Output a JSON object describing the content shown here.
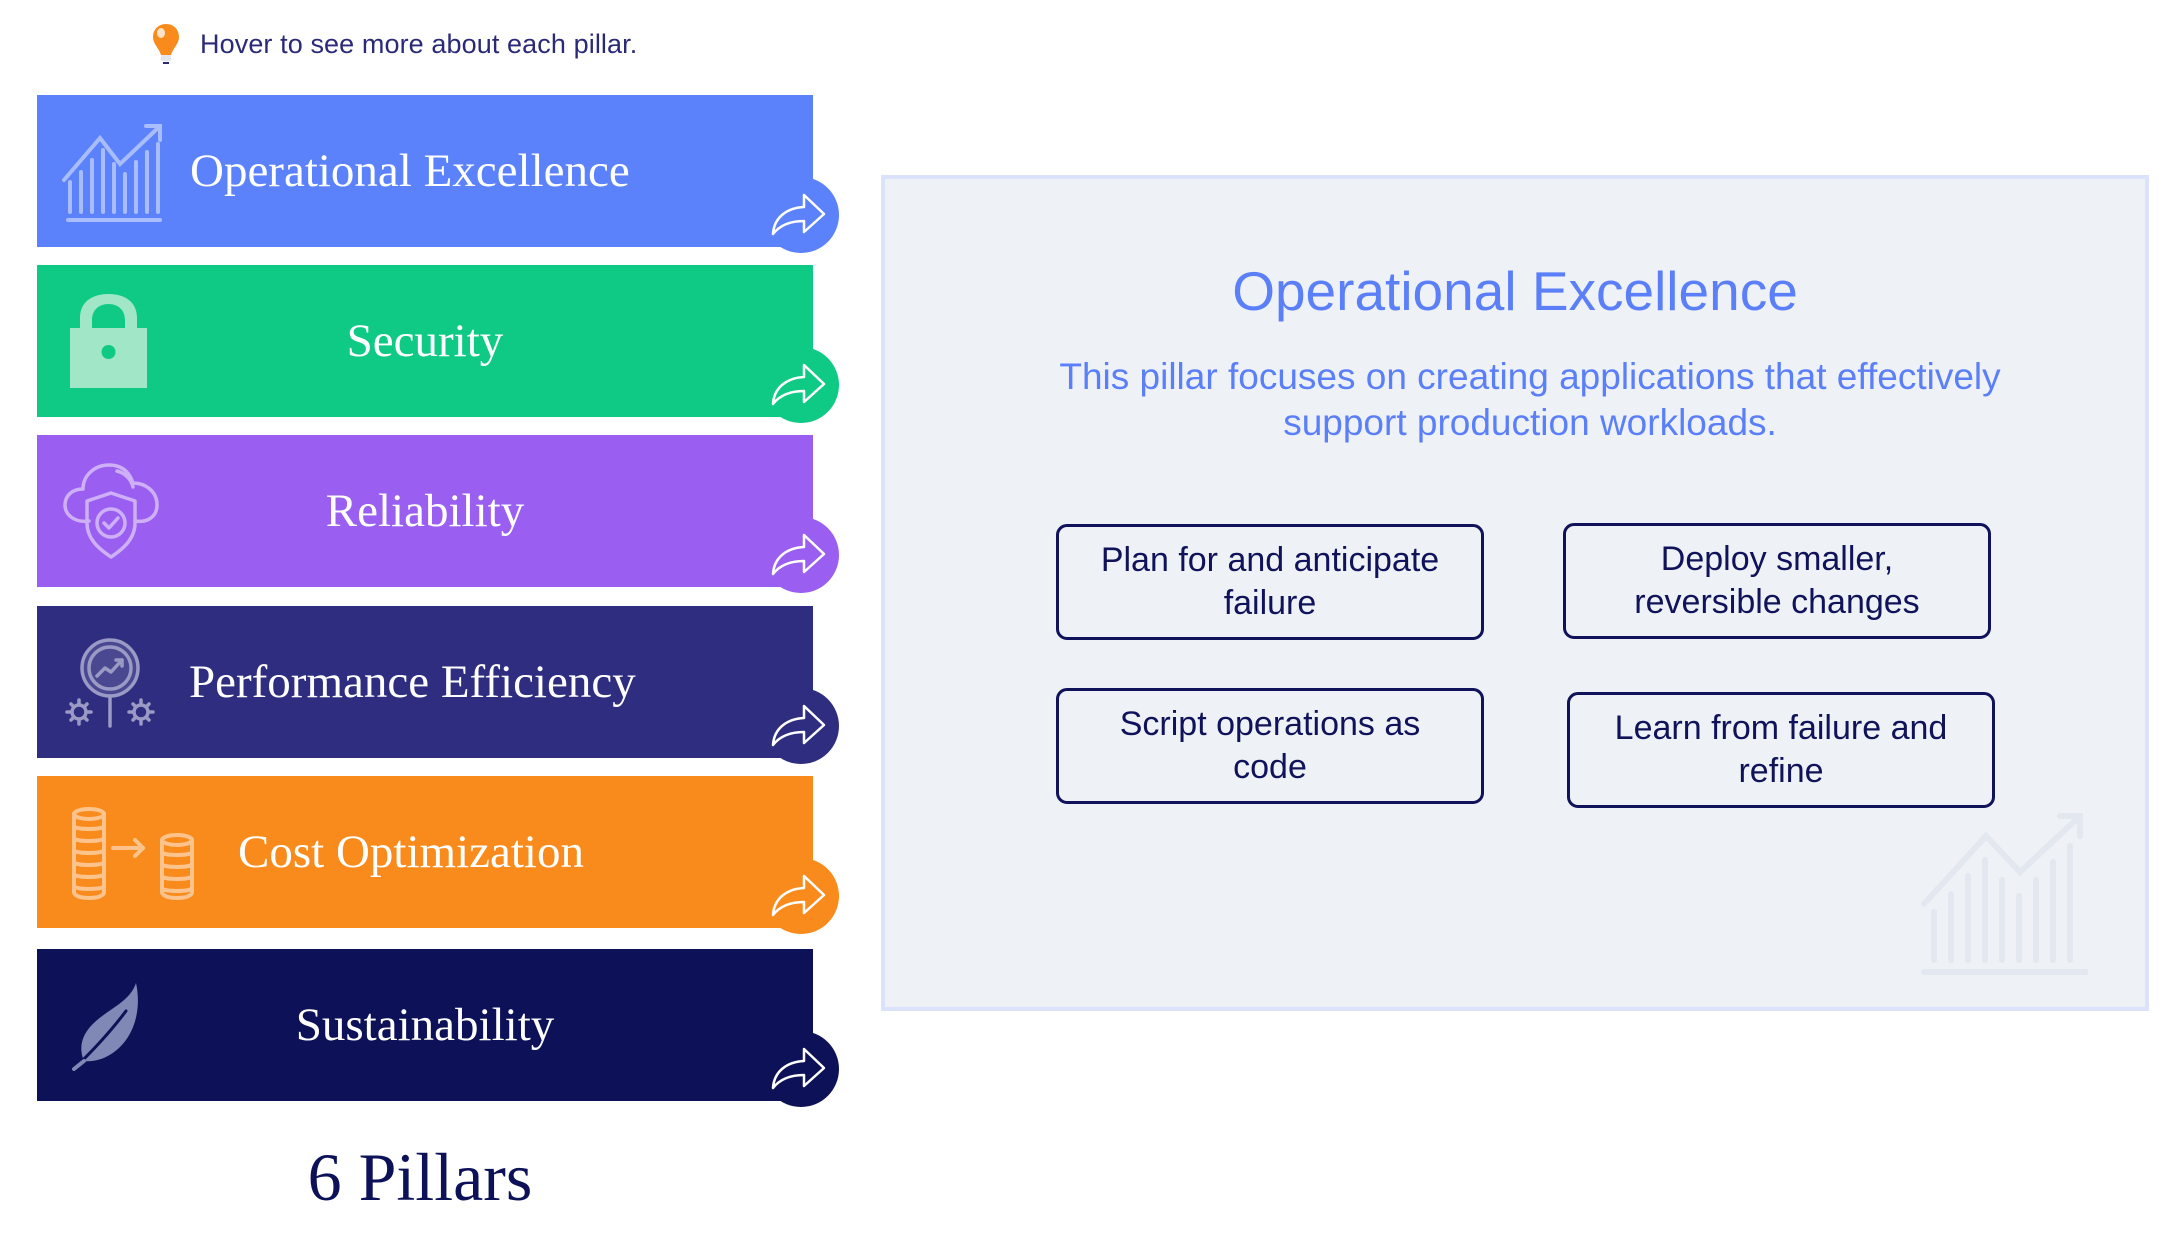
{
  "hint": {
    "icon": "lightbulb-icon",
    "text": "Hover to see more about each pillar."
  },
  "pillars": [
    {
      "label": "Operational Excellence",
      "icon": "chart-growth-icon",
      "color": "#5b82fb",
      "icon_color": "#a9bdfc",
      "action_icon": "share-arrow-icon"
    },
    {
      "label": "Security",
      "icon": "lock-icon",
      "color": "#0fca84",
      "icon_color": "#a2e6c8",
      "action_icon": "share-arrow-icon"
    },
    {
      "label": "Reliability",
      "icon": "cloud-shield-icon",
      "color": "#9a5ff0",
      "icon_color": "#cdb0f7",
      "action_icon": "share-arrow-icon"
    },
    {
      "label": "Performance Efficiency",
      "icon": "performance-gauge-icon",
      "color": "#2e2d80",
      "icon_color": "#9a9ac4",
      "action_icon": "share-arrow-icon"
    },
    {
      "label": "Cost Optimization",
      "icon": "coins-transfer-icon",
      "color": "#f98b1c",
      "icon_color": "#fcc48c",
      "action_icon": "share-arrow-icon"
    },
    {
      "label": "Sustainability",
      "icon": "leaf-icon",
      "color": "#0d1157",
      "icon_color": "#8088b5",
      "action_icon": "share-arrow-icon"
    }
  ],
  "caption": "6 Pillars",
  "detail": {
    "title": "Operational Excellence",
    "description": "This pillar focuses on creating applications that effectively support production workloads.",
    "principles": [
      "Plan for and anticipate failure",
      "Deploy smaller, reversible changes",
      "Script operations as code",
      "Learn from failure and refine"
    ],
    "watermark_icon": "chart-growth-icon",
    "accent_color": "#5b7ff9",
    "background": "#eef2f6"
  }
}
